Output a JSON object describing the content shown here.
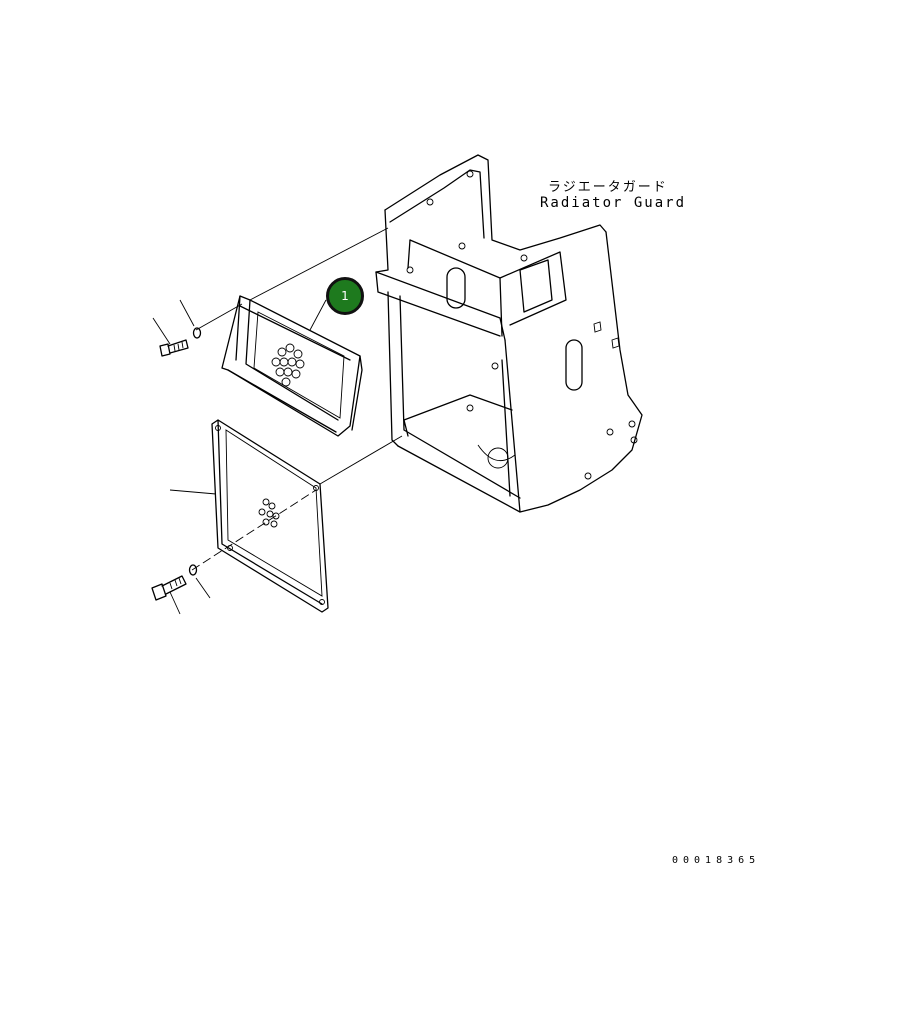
{
  "part_labels": {
    "japanese": "ラジエータガード",
    "english": "Radiator Guard"
  },
  "callouts": [
    {
      "number": "1",
      "fill_color": "#1e7a1e"
    }
  ],
  "drawing_number": "00018365",
  "colors": {
    "line": "#000000",
    "background": "#ffffff",
    "callout_fill": "#1e7a1e"
  }
}
